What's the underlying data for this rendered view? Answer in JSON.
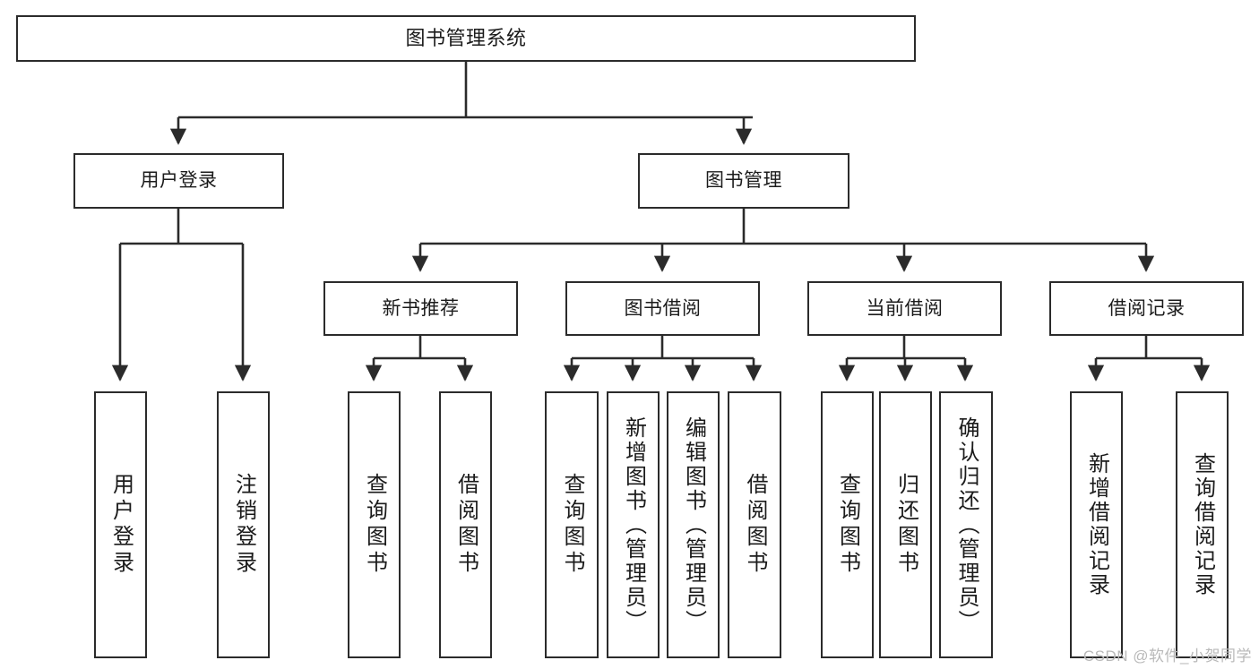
{
  "diagram": {
    "title": "图书管理系统",
    "type": "tree",
    "levels": 4,
    "colors": {
      "stroke": "#2b2b2b",
      "fill": "#ffffff",
      "text": "#1b1b1b",
      "watermark": "#b9b9b9"
    },
    "nodes": {
      "root": {
        "label": "图书管理系统"
      },
      "level2": [
        {
          "id": "user-login",
          "label": "用户登录"
        },
        {
          "id": "book-manage",
          "label": "图书管理"
        }
      ],
      "level3": [
        {
          "id": "new-book-recommend",
          "label": "新书推荐"
        },
        {
          "id": "book-borrow",
          "label": "图书借阅"
        },
        {
          "id": "current-borrow",
          "label": "当前借阅"
        },
        {
          "id": "borrow-record",
          "label": "借阅记录"
        }
      ],
      "leaves": {
        "user_login": [
          {
            "id": "leaf-user-login",
            "label": "用户登录"
          },
          {
            "id": "leaf-logout-login",
            "label": "注销登录"
          }
        ],
        "new_book_recommend": [
          {
            "id": "leaf-query-book-1",
            "label": "查询图书"
          },
          {
            "id": "leaf-borrow-book-1",
            "label": "借阅图书"
          }
        ],
        "book_borrow": [
          {
            "id": "leaf-query-book-2",
            "label": "查询图书"
          },
          {
            "id": "leaf-add-book-admin",
            "label": "新增图书（管理员）"
          },
          {
            "id": "leaf-edit-book-admin",
            "label": "编辑图书（管理员）"
          },
          {
            "id": "leaf-borrow-book-2",
            "label": "借阅图书"
          }
        ],
        "current_borrow": [
          {
            "id": "leaf-query-book-3",
            "label": "查询图书"
          },
          {
            "id": "leaf-return-book",
            "label": "归还图书"
          },
          {
            "id": "leaf-confirm-return-admin",
            "label": "确认归还（管理员）"
          }
        ],
        "borrow_record": [
          {
            "id": "leaf-add-borrow-record",
            "label": "新增借阅记录"
          },
          {
            "id": "leaf-query-borrow-record",
            "label": "查询借阅记录"
          }
        ]
      }
    },
    "watermark": "CSDN @软件_小贺同学"
  }
}
